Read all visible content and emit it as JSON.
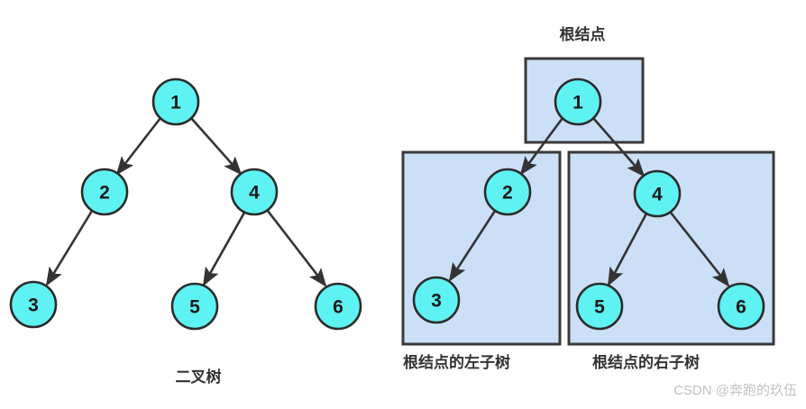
{
  "figure": {
    "background_color": "#ffffff",
    "node_fill": "#5FF2F2",
    "node_stroke": "#2b2b2b",
    "box_fill": "#CBE0F7",
    "box_stroke": "#3a3a3a",
    "edge_color": "#333333",
    "caption_color": "#333333"
  },
  "left_diagram": {
    "caption": "二叉树",
    "nodes": {
      "n1": "1",
      "n2": "2",
      "n3": "3",
      "n4": "4",
      "n5": "5",
      "n6": "6"
    }
  },
  "right_diagram": {
    "root_label": "根结点",
    "left_subtree_caption": "根结点的左子树",
    "right_subtree_caption": "根结点的右子树",
    "nodes": {
      "n1": "1",
      "n2": "2",
      "n3": "3",
      "n4": "4",
      "n5": "5",
      "n6": "6"
    }
  },
  "watermark": {
    "text": "CSDN @奔跑的玖伍"
  }
}
